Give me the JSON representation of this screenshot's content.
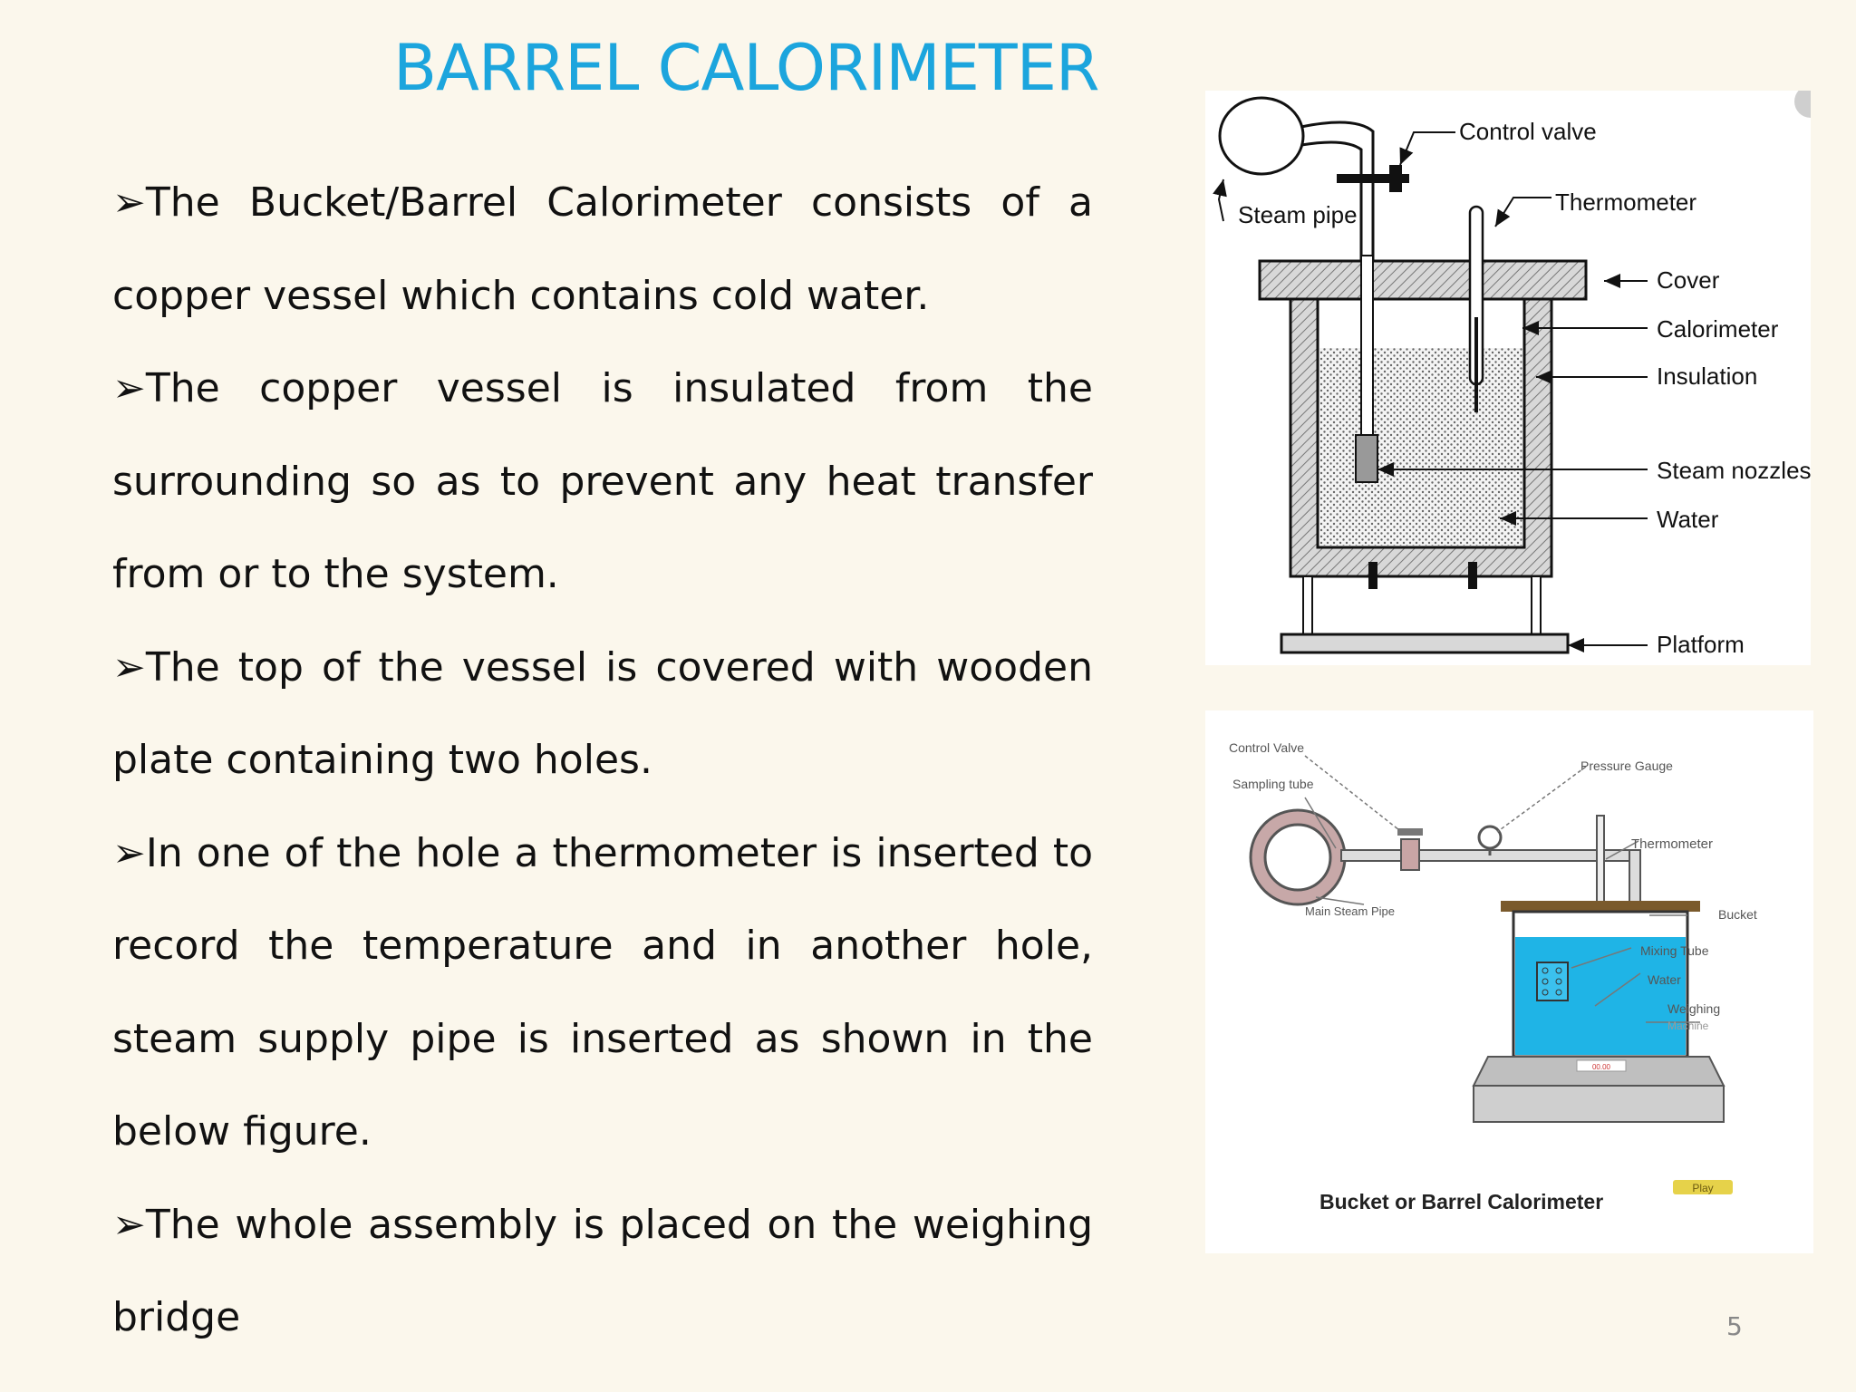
{
  "slide": {
    "title": "BARREL CALORIMETER",
    "page_number": "5"
  },
  "bullets": [
    {
      "marker": "➢",
      "text": "The Bucket/Barrel Calorimeter consists of a copper vessel which contains cold water."
    },
    {
      "marker": "➢",
      "text": "The copper vessel is insulated from the surrounding so as to prevent any heat transfer from or to the system."
    },
    {
      "marker": "➢",
      "text": "The top of the vessel is covered with wooden plate containing two holes."
    },
    {
      "marker": "➢",
      "text": "In one of the hole a thermometer is inserted to record the temperature and in another hole, steam supply pipe is inserted as shown in the below figure."
    },
    {
      "marker": "➢",
      "text": "The whole assembly is placed on the weighing bridge"
    }
  ],
  "figure1": {
    "labels": {
      "control_valve": "Control valve",
      "steam_pipe": "Steam pipe",
      "thermometer": "Thermometer",
      "cover": "Cover",
      "calorimeter": "Calorimeter",
      "insulation": "Insulation",
      "steam_nozzles": "Steam nozzles",
      "water": "Water",
      "platform": "Platform"
    }
  },
  "figure2": {
    "caption": "Bucket or Barrel Calorimeter",
    "play_badge": "Play",
    "labels": {
      "control_valve": "Control Valve",
      "sampling_tube": "Sampling tube",
      "pressure_gauge": "Pressure Gauge",
      "thermometer": "Thermometer",
      "main_steam_pipe": "Main Steam Pipe",
      "bucket": "Bucket",
      "mixing_tube": "Mixing Tube",
      "water": "Water",
      "weighing_machine_1": "Weighing",
      "weighing_machine_2": "Machine",
      "scale_display": "00.00"
    },
    "colors": {
      "water": "#1fb4e6",
      "bucket_rim": "#7a5a2c"
    }
  }
}
